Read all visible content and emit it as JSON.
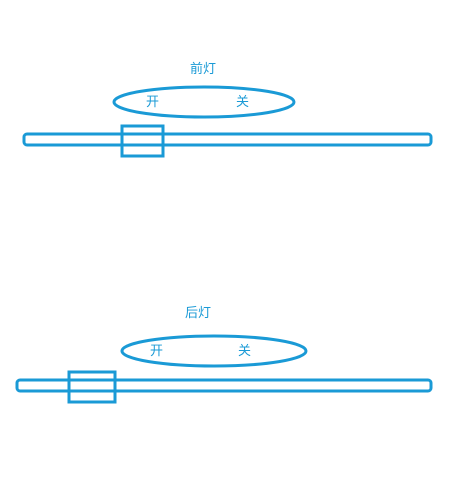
{
  "front_light": {
    "title": "前灯",
    "on_label": "开",
    "off_label": "关"
  },
  "rear_light": {
    "title": "后灯",
    "on_label": "开",
    "off_label": "关"
  },
  "colors": {
    "stroke": "#1a9ad6",
    "background": "#ffffff"
  }
}
